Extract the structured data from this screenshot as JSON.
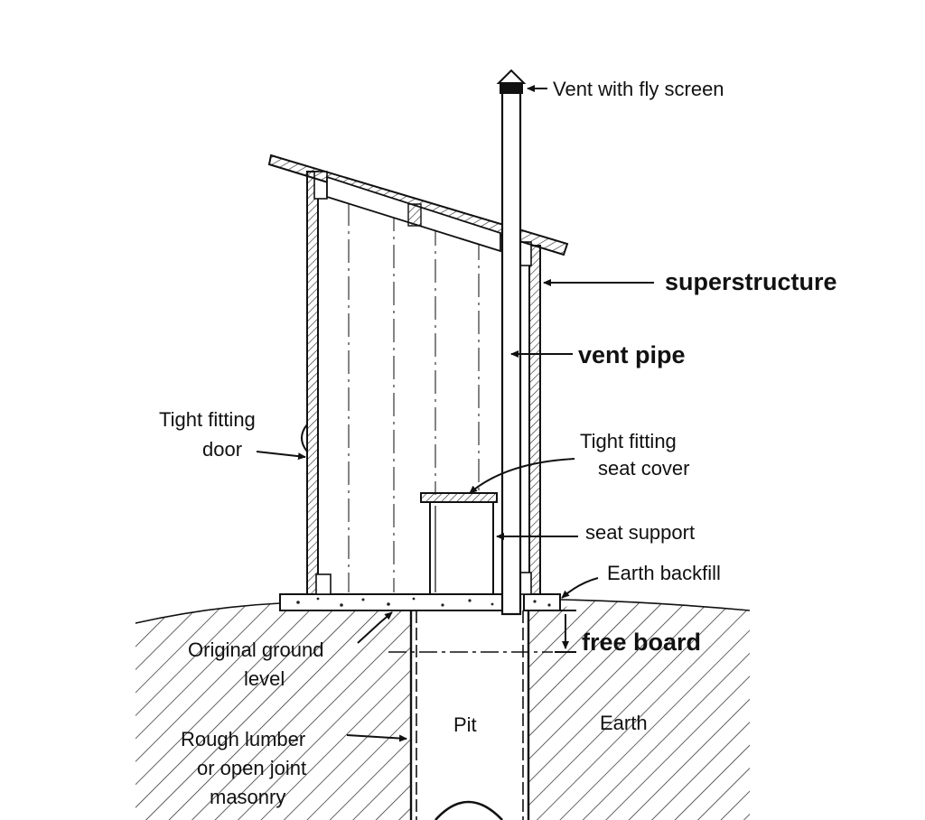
{
  "labels": {
    "vent_fly_screen": "Vent with fly screen",
    "superstructure": "superstructure",
    "vent_pipe": "vent pipe",
    "door_line1": "Tight fitting",
    "door_line2": "door",
    "seat_cover_line1": "Tight fitting",
    "seat_cover_line2": "seat cover",
    "seat_support": "seat support",
    "earth_backfill": "Earth backfill",
    "free_board": "free board",
    "ground_line1": "Original ground",
    "ground_line2": "level",
    "pit": "Pit",
    "earth": "Earth",
    "lumber_line1": "Rough lumber",
    "lumber_line2": "or open joint",
    "lumber_line3": "masonry"
  },
  "colors": {
    "ink": "#111111",
    "background": "#ffffff"
  }
}
